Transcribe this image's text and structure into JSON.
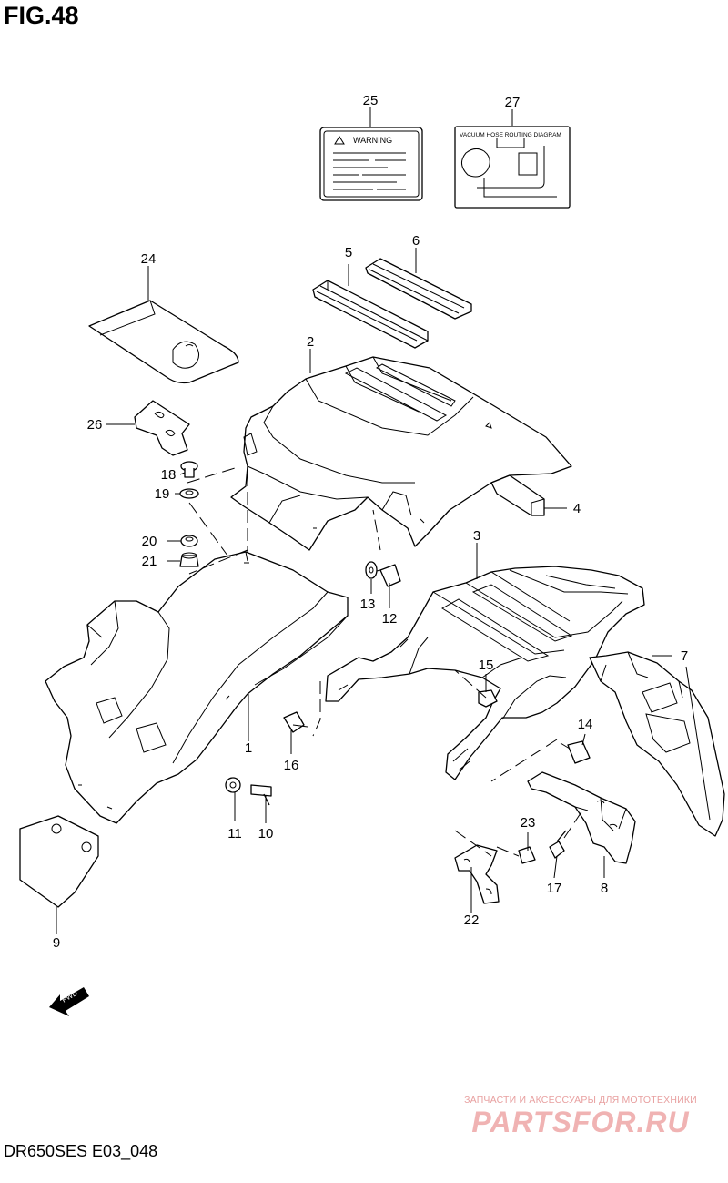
{
  "header": {
    "title": "FIG.48"
  },
  "footer": {
    "code": "DR650SES E03_048"
  },
  "watermark": {
    "tagline": "ЗАПЧАСТИ И АКСЕССУАРЫ ДЛЯ МОТОТЕХНИКИ",
    "brand": "PARTSFOR.RU",
    "color": "#e8a0a0"
  },
  "labels": {
    "warning": "WARNING",
    "vacuum": "VACUUM HOSE ROUTING DIAGRAM",
    "fwd": "FWD"
  },
  "callouts": {
    "c1": "1",
    "c2": "2",
    "c3": "3",
    "c4": "4",
    "c5": "5",
    "c6": "6",
    "c7": "7",
    "c8": "8",
    "c9": "9",
    "c10": "10",
    "c11": "11",
    "c12": "12",
    "c13": "13",
    "c14": "14",
    "c15": "15",
    "c16": "16",
    "c17": "17",
    "c18": "18",
    "c19": "19",
    "c20": "20",
    "c21": "21",
    "c22": "22",
    "c23": "23",
    "c24": "24",
    "c25": "25",
    "c26": "26",
    "c27": "27"
  }
}
